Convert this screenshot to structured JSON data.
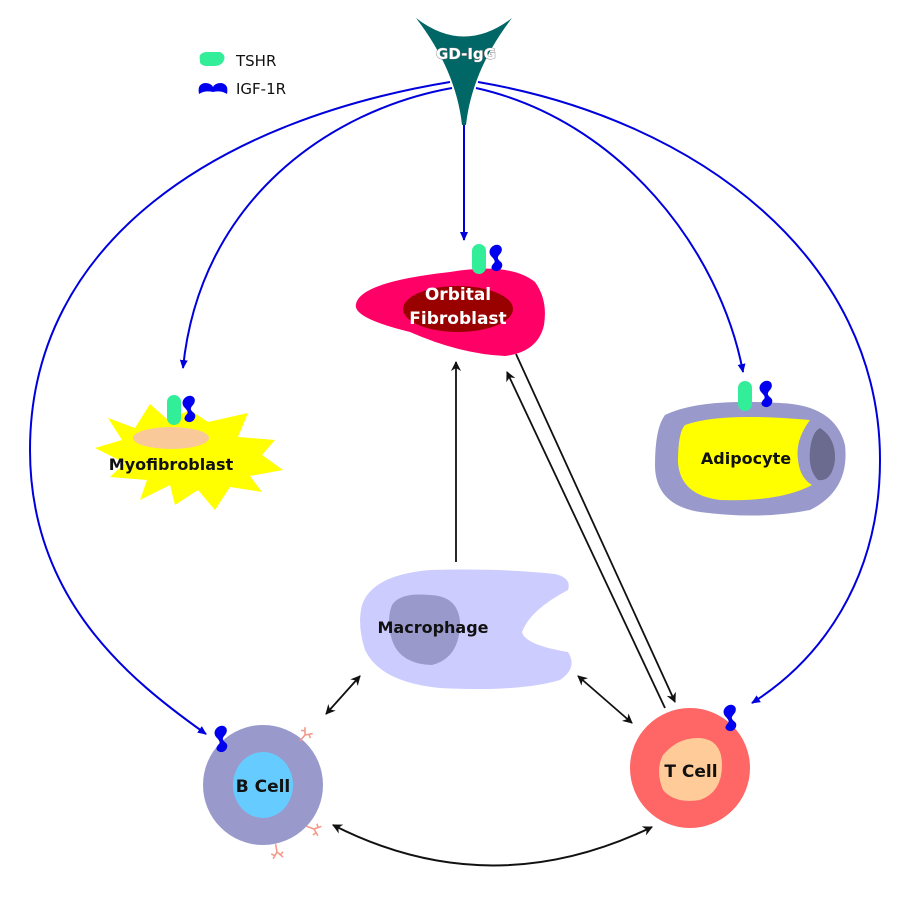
{
  "legend": {
    "items": [
      {
        "label": "TSHR",
        "icon": "tshr-receptor-icon",
        "color": "#33ee99"
      },
      {
        "label": "IGF-1R",
        "icon": "igf1r-receptor-icon",
        "color": "#0000ee"
      }
    ]
  },
  "source": {
    "label": "GD-IgG",
    "color": "#006666"
  },
  "cells": {
    "orbital_fibroblast": {
      "line1": "Orbital",
      "line2": "Fibroblast",
      "outer_color": "#ff0066",
      "inner_color": "#990000",
      "receptors": [
        "TSHR",
        "IGF-1R"
      ]
    },
    "myofibroblast": {
      "label": "Myofibroblast",
      "body_color": "#ffff00",
      "nucleus_color": "#f9c99a",
      "receptors": [
        "TSHR",
        "IGF-1R"
      ]
    },
    "adipocyte": {
      "label": "Adipocyte",
      "outer_color": "#9999cc",
      "body_color": "#ffff00",
      "nucleus_color": "#6b6b8f",
      "receptors": [
        "TSHR",
        "IGF-1R"
      ]
    },
    "macrophage": {
      "label": "Macrophage",
      "body_color": "#ccccff",
      "nucleus_color": "#9999cc"
    },
    "b_cell": {
      "label": "B Cell",
      "outer_color": "#9999cc",
      "inner_color": "#66ccff",
      "antibody_color": "#f39a8a",
      "receptors": [
        "IGF-1R"
      ]
    },
    "t_cell": {
      "label": "T Cell",
      "outer_color": "#ff6666",
      "inner_color": "#ffcc99",
      "receptors": [
        "IGF-1R"
      ]
    }
  },
  "connections": {
    "blue_arrows": [
      {
        "from": "GD-IgG",
        "to": "Orbital Fibroblast"
      },
      {
        "from": "GD-IgG",
        "to": "Myofibroblast"
      },
      {
        "from": "GD-IgG",
        "to": "Adipocyte"
      },
      {
        "from": "GD-IgG",
        "to": "B Cell"
      },
      {
        "from": "GD-IgG",
        "to": "T Cell"
      }
    ],
    "black_arrows": [
      {
        "from": "Macrophage",
        "to": "Orbital Fibroblast",
        "direction": "one-way"
      },
      {
        "from": "Orbital Fibroblast",
        "to": "T Cell",
        "direction": "one-way"
      },
      {
        "from": "T Cell",
        "to": "Orbital Fibroblast",
        "direction": "one-way"
      },
      {
        "from": "Macrophage",
        "to": "B Cell",
        "direction": "two-way"
      },
      {
        "from": "Macrophage",
        "to": "T Cell",
        "direction": "two-way"
      },
      {
        "from": "B Cell",
        "to": "T Cell",
        "direction": "two-way"
      }
    ],
    "blue_color": "#0000dd",
    "black_color": "#111111"
  }
}
